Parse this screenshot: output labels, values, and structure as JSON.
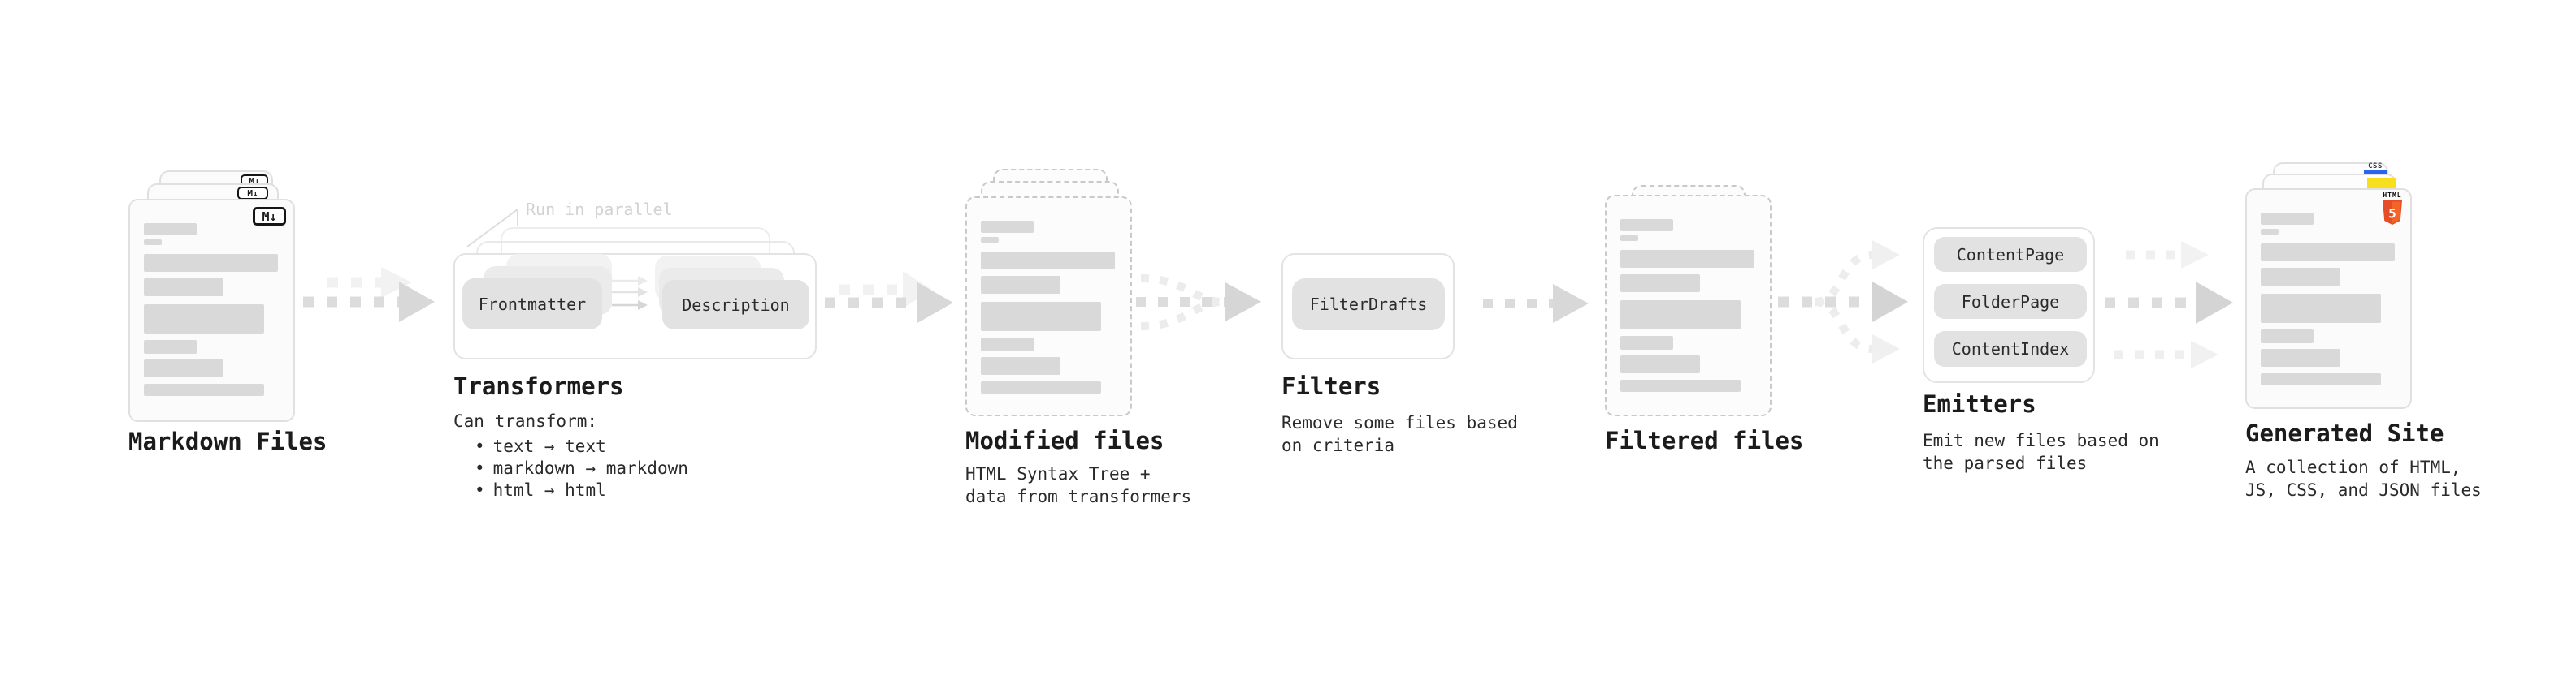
{
  "pipeline": {
    "flow": [
      "Markdown Files",
      "Transformers",
      "Modified files",
      "Filters",
      "Filtered files",
      "Emitters",
      "Generated Site"
    ],
    "markdown_files": {
      "title": "Markdown Files",
      "badge": "M↓",
      "stack_count": 3
    },
    "transformers": {
      "title": "Transformers",
      "annotation": "Run in parallel",
      "step1": "Frontmatter",
      "step2": "Description",
      "desc_heading": "Can transform:",
      "bullets": [
        "text → text",
        "markdown → markdown",
        "html → html"
      ]
    },
    "modified_files": {
      "title": "Modified files",
      "desc_line1": "HTML Syntax Tree +",
      "desc_line2": "data from transformers",
      "stack_count": 3
    },
    "filters": {
      "title": "Filters",
      "item": "FilterDrafts",
      "desc_line1": "Remove some files based",
      "desc_line2": "on criteria"
    },
    "filtered_files": {
      "title": "Filtered files",
      "stack_count": 2
    },
    "emitters": {
      "title": "Emitters",
      "items": [
        "ContentPage",
        "FolderPage",
        "ContentIndex"
      ],
      "desc_line1": "Emit new files based on",
      "desc_line2": "the parsed files"
    },
    "generated_site": {
      "title": "Generated Site",
      "desc_line1": "A collection of HTML,",
      "desc_line2": "JS, CSS, and JSON files",
      "badge_css": "CSS",
      "badge_html": "HTML",
      "badge_html_number": "5"
    }
  },
  "colors": {
    "css_blue": "#2965f1",
    "js_yellow": "#f7df1e",
    "html_orange": "#e44d26",
    "arrow_dark": "#dcdcdc",
    "arrow_light": "#f0f0f0",
    "chip_gray": "#e2e2e2",
    "background": "#ffffff"
  }
}
